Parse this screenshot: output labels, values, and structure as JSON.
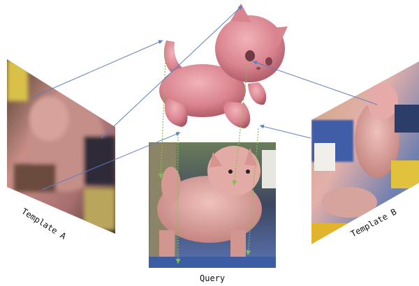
{
  "labels": {
    "template_a": "Template A",
    "template_b": "Template B",
    "query": "Query"
  },
  "colors": {
    "correspondence_blue": "#5b7fc4",
    "correspondence_green": "#7dc24b",
    "model_pink": "#d9848f"
  }
}
